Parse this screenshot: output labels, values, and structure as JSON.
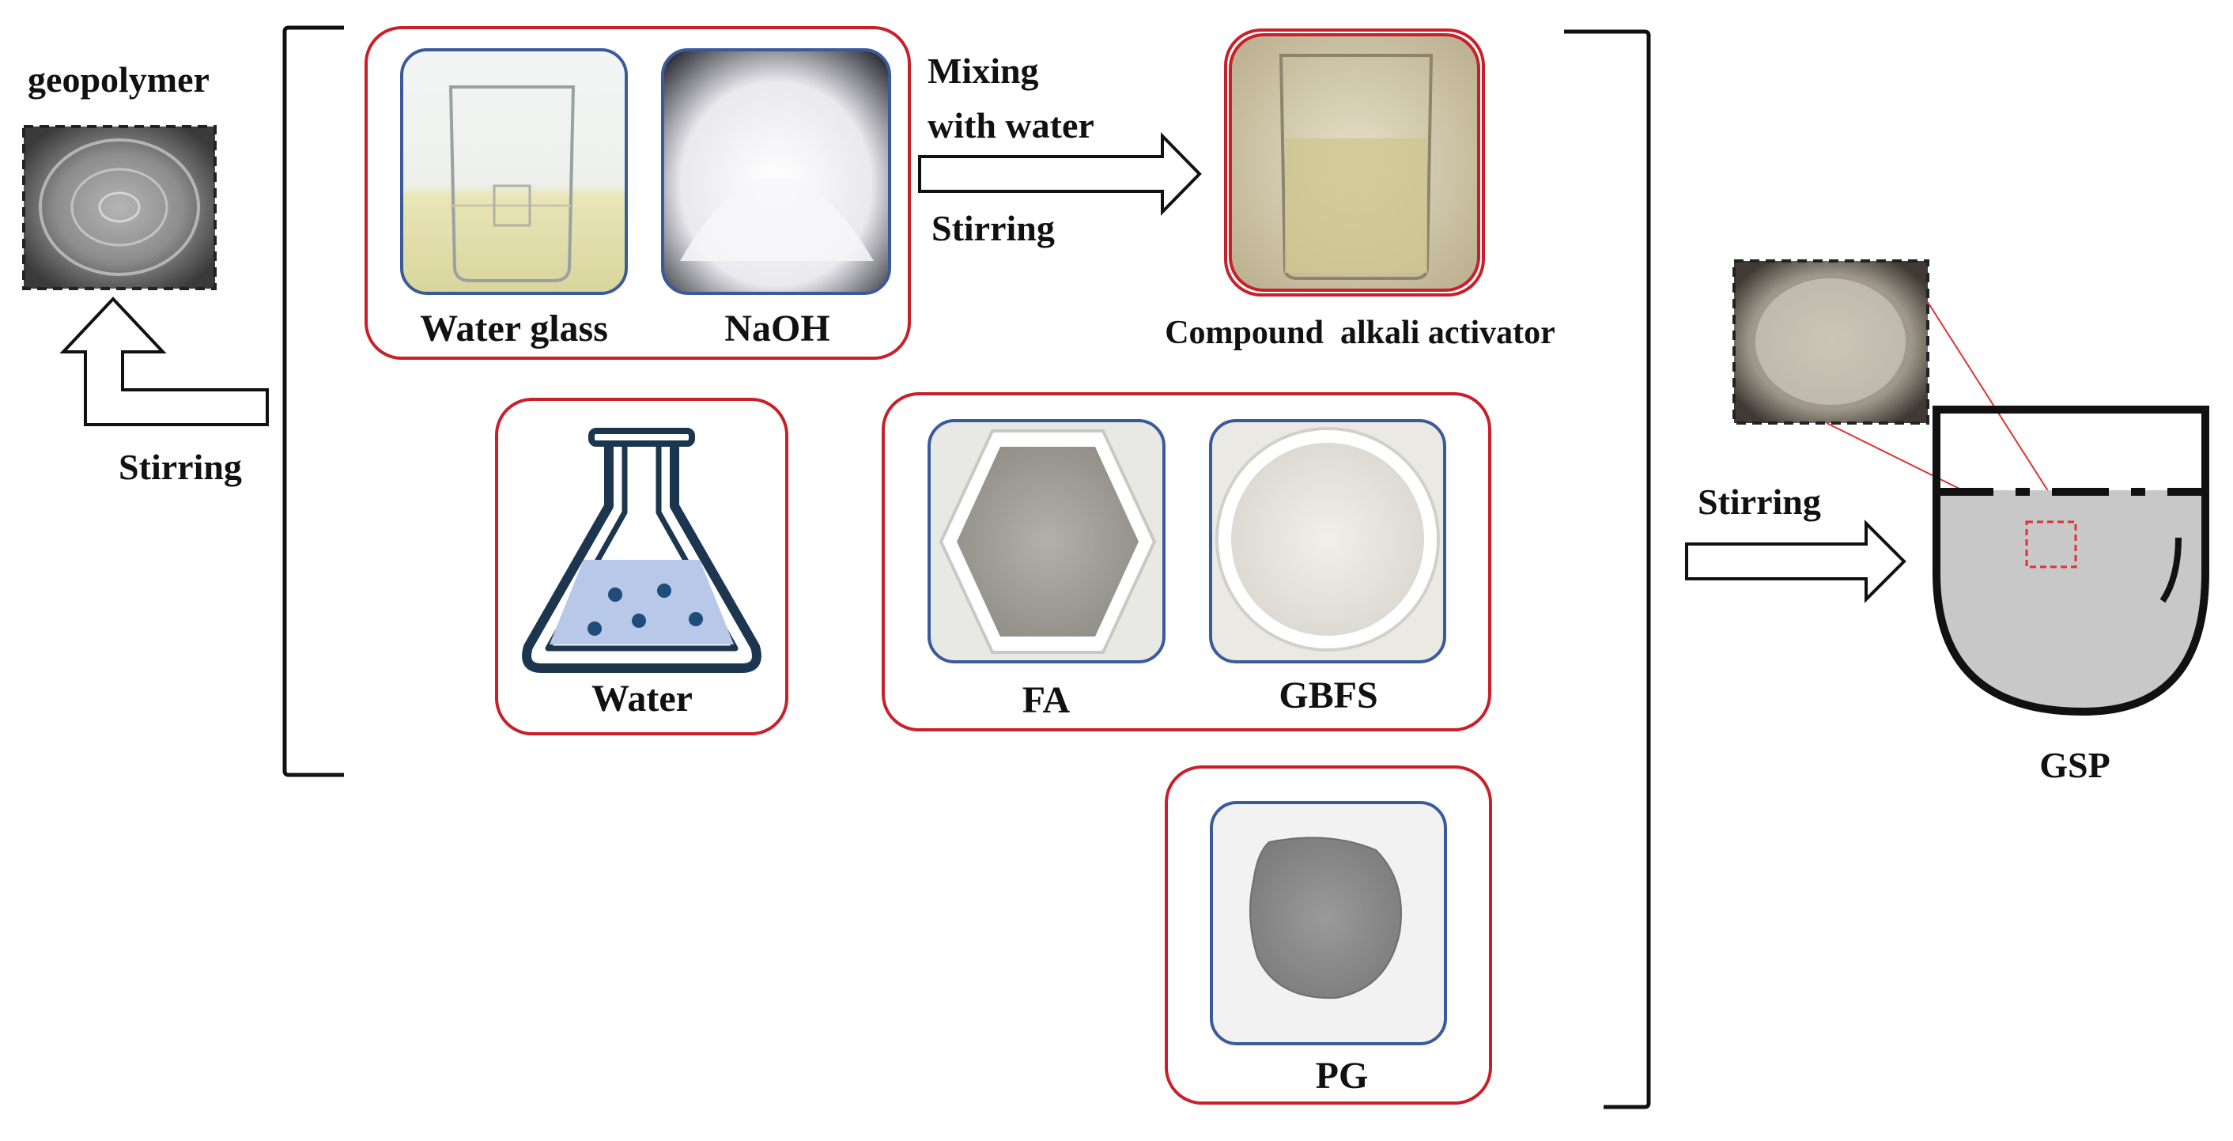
{
  "labels": {
    "geopolymer": "geopolymer",
    "stirring_left": "Stirring",
    "mixing_line1": "Mixing",
    "mixing_line2": "with water",
    "stirring_top": "Stirring",
    "water_glass": "Water glass",
    "naoh": "NaOH",
    "compound": "Compound  alkali activator",
    "water": "Water",
    "fa": "FA",
    "gbfs": "GBFS",
    "pg": "PG",
    "stirring_right": "Stirring",
    "gsp": "GSP"
  },
  "icons": {
    "flask": "erlenmeyer-flask-icon",
    "beaker": "beaker-icon"
  },
  "colors": {
    "group_border": "#c8202a",
    "photo_border": "#3a5a9c",
    "flask_liquid": "#b7c8e8",
    "flask_dots": "#1f4c7a",
    "slurry": "#c8c8c8"
  }
}
